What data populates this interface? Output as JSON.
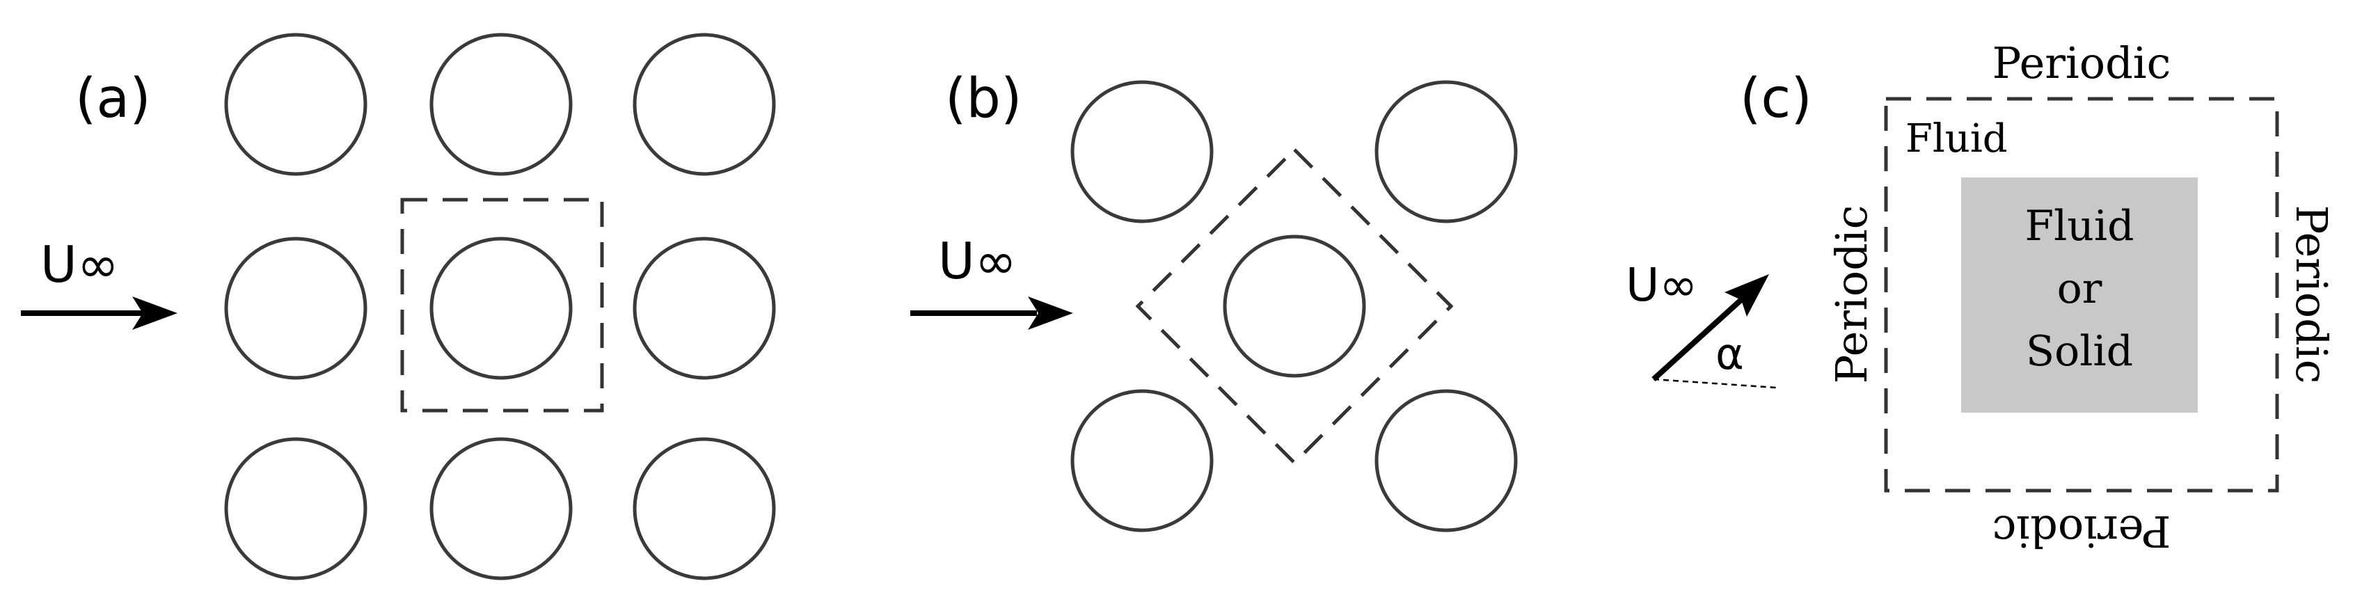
{
  "panels": {
    "a": {
      "label": "(a)",
      "velocity_label": "U∞"
    },
    "b": {
      "label": "(b)",
      "velocity_label": "U∞"
    },
    "c": {
      "label": "(c)",
      "velocity_label": "U∞",
      "angle_label": "α",
      "boundary_top": "Periodic",
      "boundary_bottom": "Periodic",
      "boundary_left": "Periodic",
      "boundary_right": "Periodic",
      "fluid_label": "Fluid",
      "inner_line1": "Fluid",
      "inner_line2": "or",
      "inner_line3": "Solid"
    }
  },
  "colors": {
    "inner_block": "#c8c8c8",
    "stroke": "#3a3a3a"
  }
}
